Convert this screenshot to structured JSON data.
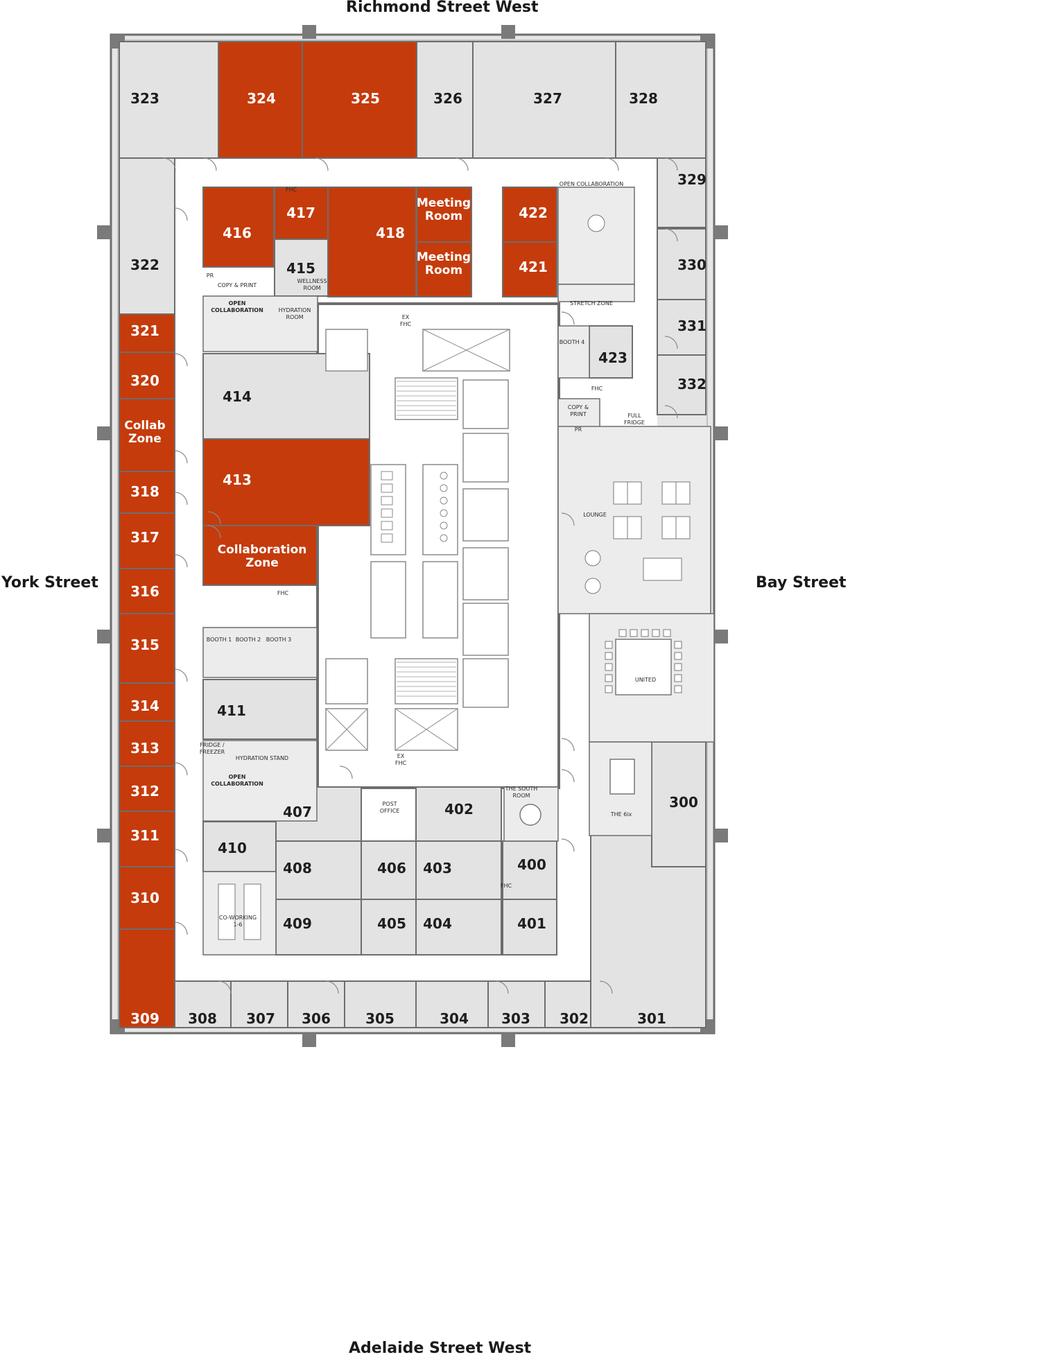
{
  "streets": {
    "north": "Richmond Street West",
    "south": "Adelaide Street West",
    "west": "York Street",
    "east": "Bay Street"
  },
  "colors": {
    "available": "#c53b0c",
    "leased": "#e3e3e3",
    "wall": "#6d6d6d",
    "pillar": "#7a7a7a",
    "label_dark": "#1e1e1e",
    "label_light": "#ffffff",
    "background": "#ffffff"
  },
  "rooms": [
    {
      "id": "r323",
      "label": "323",
      "status": "leased"
    },
    {
      "id": "r324",
      "label": "324",
      "status": "available"
    },
    {
      "id": "r325",
      "label": "325",
      "status": "available"
    },
    {
      "id": "r326",
      "label": "326",
      "status": "leased"
    },
    {
      "id": "r327",
      "label": "327",
      "status": "leased"
    },
    {
      "id": "r328",
      "label": "328",
      "status": "leased"
    },
    {
      "id": "r329",
      "label": "329",
      "status": "leased"
    },
    {
      "id": "r330",
      "label": "330",
      "status": "leased"
    },
    {
      "id": "r331",
      "label": "331",
      "status": "leased"
    },
    {
      "id": "r332",
      "label": "332",
      "status": "leased"
    },
    {
      "id": "r322",
      "label": "322",
      "status": "leased"
    },
    {
      "id": "r321",
      "label": "321",
      "status": "available"
    },
    {
      "id": "r320",
      "label": "320",
      "status": "available"
    },
    {
      "id": "rcollab-west",
      "label": "Collab\nZone",
      "status": "available"
    },
    {
      "id": "r318",
      "label": "318",
      "status": "available"
    },
    {
      "id": "r317",
      "label": "317",
      "status": "available"
    },
    {
      "id": "r316",
      "label": "316",
      "status": "available"
    },
    {
      "id": "r315",
      "label": "315",
      "status": "available"
    },
    {
      "id": "r314",
      "label": "314",
      "status": "available"
    },
    {
      "id": "r313",
      "label": "313",
      "status": "available"
    },
    {
      "id": "r312",
      "label": "312",
      "status": "available"
    },
    {
      "id": "r311",
      "label": "311",
      "status": "available"
    },
    {
      "id": "r310",
      "label": "310",
      "status": "available"
    },
    {
      "id": "r309",
      "label": "309",
      "status": "available"
    },
    {
      "id": "r308",
      "label": "308",
      "status": "leased"
    },
    {
      "id": "r307",
      "label": "307",
      "status": "leased"
    },
    {
      "id": "r306",
      "label": "306",
      "status": "leased"
    },
    {
      "id": "r305",
      "label": "305",
      "status": "leased"
    },
    {
      "id": "r304",
      "label": "304",
      "status": "leased"
    },
    {
      "id": "r303",
      "label": "303",
      "status": "leased"
    },
    {
      "id": "r302",
      "label": "302",
      "status": "leased"
    },
    {
      "id": "r301",
      "label": "301",
      "status": "leased"
    },
    {
      "id": "r300",
      "label": "300",
      "status": "leased"
    },
    {
      "id": "r416",
      "label": "416",
      "status": "available"
    },
    {
      "id": "r417",
      "label": "417",
      "status": "available"
    },
    {
      "id": "r418",
      "label": "418",
      "status": "available"
    },
    {
      "id": "rmeet1",
      "label": "Meeting\nRoom",
      "status": "available"
    },
    {
      "id": "rmeet2",
      "label": "Meeting\nRoom",
      "status": "available"
    },
    {
      "id": "r422",
      "label": "422",
      "status": "available"
    },
    {
      "id": "r421",
      "label": "421",
      "status": "available"
    },
    {
      "id": "r415",
      "label": "415",
      "status": "leased"
    },
    {
      "id": "r414",
      "label": "414",
      "status": "leased"
    },
    {
      "id": "r413",
      "label": "413",
      "status": "available"
    },
    {
      "id": "rcollab-zone",
      "label": "Collaboration\nZone",
      "status": "available"
    },
    {
      "id": "r423",
      "label": "423",
      "status": "leased"
    },
    {
      "id": "r411",
      "label": "411",
      "status": "leased"
    },
    {
      "id": "r410",
      "label": "410",
      "status": "leased"
    },
    {
      "id": "r407",
      "label": "407",
      "status": "leased"
    },
    {
      "id": "r402",
      "label": "402",
      "status": "leased"
    },
    {
      "id": "r408",
      "label": "408",
      "status": "leased"
    },
    {
      "id": "r409",
      "label": "409",
      "status": "leased"
    },
    {
      "id": "r406",
      "label": "406",
      "status": "leased"
    },
    {
      "id": "r403",
      "label": "403",
      "status": "leased"
    },
    {
      "id": "r405",
      "label": "405",
      "status": "leased"
    },
    {
      "id": "r404",
      "label": "404",
      "status": "leased"
    },
    {
      "id": "r400",
      "label": "400",
      "status": "leased"
    },
    {
      "id": "r401",
      "label": "401",
      "status": "leased"
    }
  ],
  "amenities": [
    {
      "id": "a-open-collab-ne",
      "label": "OPEN COLLABORATION"
    },
    {
      "id": "a-stretch",
      "label": "STRETCH ZONE"
    },
    {
      "id": "a-copy-print-nw",
      "label": "COPY & PRINT"
    },
    {
      "id": "a-pr-nw",
      "label": "PR"
    },
    {
      "id": "a-fhc-417",
      "label": "FHC"
    },
    {
      "id": "a-wellness",
      "label": "WELLNESS\nROOM"
    },
    {
      "id": "a-open-collab-nw",
      "label": "OPEN\nCOLLABORATION"
    },
    {
      "id": "a-hydration-room",
      "label": "HYDRATION\nROOM"
    },
    {
      "id": "a-ex-fhc-n",
      "label": "EX\nFHC"
    },
    {
      "id": "a-booth4",
      "label": "BOOTH 4"
    },
    {
      "id": "a-copy-print-e",
      "label": "COPY &\nPRINT"
    },
    {
      "id": "a-pr-e",
      "label": "PR"
    },
    {
      "id": "a-fhc-e",
      "label": "FHC"
    },
    {
      "id": "a-fridge",
      "label": "FULL\nFRIDGE"
    },
    {
      "id": "a-lounge",
      "label": "LOUNGE"
    },
    {
      "id": "a-fhc-w",
      "label": "FHC"
    },
    {
      "id": "a-booth1",
      "label": "BOOTH 1"
    },
    {
      "id": "a-booth2",
      "label": "BOOTH 2"
    },
    {
      "id": "a-booth3",
      "label": "BOOTH 3"
    },
    {
      "id": "a-united",
      "label": "UNITED"
    },
    {
      "id": "a-hydration-stand",
      "label": "HYDRATION STAND"
    },
    {
      "id": "a-fridge-freezer",
      "label": "FRIDGE /\nFREEZER"
    },
    {
      "id": "a-open-collab-sw",
      "label": "OPEN\nCOLLABORATION"
    },
    {
      "id": "a-ex-fhc-s",
      "label": "EX\nFHC"
    },
    {
      "id": "a-post-office",
      "label": "POST\nOFFICE"
    },
    {
      "id": "a-south-room",
      "label": "THE SOUTH\nROOM"
    },
    {
      "id": "a-6ix",
      "label": "THE 6ix"
    },
    {
      "id": "a-fhc-400",
      "label": "FHC"
    },
    {
      "id": "a-coworking",
      "label": "CO-WORKING\n1-6"
    }
  ]
}
